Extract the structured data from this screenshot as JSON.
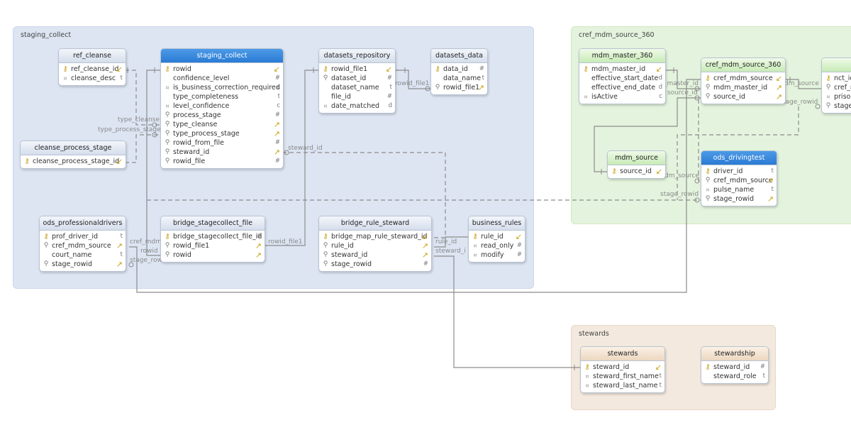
{
  "groups": {
    "staging": "staging_collect",
    "cref": "cref_mdm_source_360",
    "stewards": "stewards"
  },
  "tables": {
    "ref_cleanse": {
      "title": "ref_cleanse",
      "rows": [
        {
          "icon": "pk",
          "name": "ref_cleanse_id",
          "type": "↙"
        },
        {
          "icon": "col",
          "name": "cleanse_desc",
          "type": "t"
        }
      ]
    },
    "cleanse_process_stage": {
      "title": "cleanse_process_stage",
      "rows": [
        {
          "icon": "pk",
          "name": "cleanse_process_stage_id",
          "type": "↙"
        }
      ]
    },
    "staging_collect": {
      "title": "staging_collect",
      "rows": [
        {
          "icon": "pk",
          "name": "rowid",
          "type": "↙"
        },
        {
          "icon": "none",
          "name": "confidence_level",
          "type": "#"
        },
        {
          "icon": "col",
          "name": "is_business_correction_required",
          "type": "c"
        },
        {
          "icon": "none",
          "name": "type_completeness",
          "type": "t"
        },
        {
          "icon": "col",
          "name": "level_confidence",
          "type": "c"
        },
        {
          "icon": "fk",
          "name": "process_stage",
          "type": "#"
        },
        {
          "icon": "fk",
          "name": "type_cleanse",
          "type": "↗"
        },
        {
          "icon": "fk",
          "name": "type_process_stage",
          "type": "↗"
        },
        {
          "icon": "fk",
          "name": "rowid_from_file",
          "type": "#"
        },
        {
          "icon": "fk",
          "name": "steward_id",
          "type": "↗"
        },
        {
          "icon": "fk",
          "name": "rowid_file",
          "type": "#"
        }
      ]
    },
    "datasets_repository": {
      "title": "datasets_repository",
      "rows": [
        {
          "icon": "pk",
          "name": "rowid_file1",
          "type": "↙"
        },
        {
          "icon": "fk",
          "name": "dataset_id",
          "type": "#"
        },
        {
          "icon": "none",
          "name": "dataset_name",
          "type": "t"
        },
        {
          "icon": "none",
          "name": "file_id",
          "type": "#"
        },
        {
          "icon": "col",
          "name": "date_matched",
          "type": "d"
        }
      ]
    },
    "datasets_data": {
      "title": "datasets_data",
      "rows": [
        {
          "icon": "pk",
          "name": "data_id",
          "type": "#"
        },
        {
          "icon": "none",
          "name": "data_name",
          "type": "t"
        },
        {
          "icon": "fk",
          "name": "rowid_file1",
          "type": "↗"
        }
      ]
    },
    "ods_professionaldrivers": {
      "title": "ods_professionaldrivers",
      "rows": [
        {
          "icon": "pk",
          "name": "prof_driver_id",
          "type": "t"
        },
        {
          "icon": "fk",
          "name": "cref_mdm_source",
          "type": "↗"
        },
        {
          "icon": "none",
          "name": "court_name",
          "type": "t"
        },
        {
          "icon": "fk",
          "name": "stage_rowid",
          "type": "↗"
        }
      ]
    },
    "bridge_stagecollect_file": {
      "title": "bridge_stagecollect_file",
      "rows": [
        {
          "icon": "pk",
          "name": "bridge_stagecollect_file_id",
          "type": "#"
        },
        {
          "icon": "fk",
          "name": "rowid_file1",
          "type": "↗"
        },
        {
          "icon": "fk",
          "name": "rowid",
          "type": "↗"
        }
      ]
    },
    "bridge_rule_steward": {
      "title": "bridge_rule_steward",
      "rows": [
        {
          "icon": "pk",
          "name": "bridge_map_rule_steward_id",
          "type": "↙"
        },
        {
          "icon": "fk",
          "name": "rule_id",
          "type": "↗"
        },
        {
          "icon": "fk",
          "name": "steward_id",
          "type": "↗"
        },
        {
          "icon": "fk",
          "name": "stage_rowid",
          "type": "#"
        }
      ]
    },
    "business_rules": {
      "title": "business_rules",
      "rows": [
        {
          "icon": "pk",
          "name": "rule_id",
          "type": "↙"
        },
        {
          "icon": "col",
          "name": "read_only",
          "type": "#"
        },
        {
          "icon": "col",
          "name": "modify",
          "type": "#"
        }
      ]
    },
    "mdm_master_360": {
      "title": "mdm_master_360",
      "rows": [
        {
          "icon": "pk",
          "name": "mdm_master_id",
          "type": "↙"
        },
        {
          "icon": "none",
          "name": "effective_start_date",
          "type": "d"
        },
        {
          "icon": "none",
          "name": "effective_end_date",
          "type": "d"
        },
        {
          "icon": "col",
          "name": "isActive",
          "type": "c"
        }
      ]
    },
    "cref_mdm_source_360": {
      "title": "cref_mdm_source_360",
      "rows": [
        {
          "icon": "pk",
          "name": "cref_mdm_source",
          "type": "↙"
        },
        {
          "icon": "fk",
          "name": "mdm_master_id",
          "type": "↗"
        },
        {
          "icon": "fk",
          "name": "source_id",
          "type": "↗"
        }
      ]
    },
    "cut_table": {
      "title": "",
      "rows": [
        {
          "icon": "pk",
          "name": "nct_id",
          "type": ""
        },
        {
          "icon": "fk",
          "name": "cref_m",
          "type": ""
        },
        {
          "icon": "col",
          "name": "prison",
          "type": ""
        },
        {
          "icon": "fk",
          "name": "stage",
          "type": ""
        }
      ]
    },
    "mdm_source": {
      "title": "mdm_source",
      "rows": [
        {
          "icon": "pk",
          "name": "source_id",
          "type": "↙"
        }
      ]
    },
    "ods_drivingtest": {
      "title": "ods_drivingtest",
      "rows": [
        {
          "icon": "pk",
          "name": "driver_id",
          "type": "t"
        },
        {
          "icon": "fk",
          "name": "cref_mdm_source",
          "type": "↗"
        },
        {
          "icon": "col",
          "name": "pulse_name",
          "type": "t"
        },
        {
          "icon": "fk",
          "name": "stage_rowid",
          "type": "↗"
        }
      ]
    },
    "stewards": {
      "title": "stewards",
      "rows": [
        {
          "icon": "pk",
          "name": "steward_id",
          "type": "↙"
        },
        {
          "icon": "col",
          "name": "steward_first_name",
          "type": "t"
        },
        {
          "icon": "col",
          "name": "steward_last_name",
          "type": "t"
        }
      ]
    },
    "stewardship": {
      "title": "stewardship",
      "rows": [
        {
          "icon": "pk",
          "name": "steward_id",
          "type": "#"
        },
        {
          "icon": "none",
          "name": "steward_role",
          "type": "t"
        }
      ]
    }
  },
  "relation_labels": {
    "type_cleanse": "type_cleanse",
    "type_process_stage": "type_process_stage",
    "steward_id_1": "steward_id",
    "rowid_file1_1": "rowid_file1",
    "cref_mdm": "cref_mdm",
    "rowid": "rowid",
    "stage_rowid_1": "stage_rowi",
    "rowid_file1_2": "rowid_file1",
    "rule_id": "rule_id",
    "steward_id_2": "steward_i",
    "master_id": "_master_id",
    "source_id": "source_id",
    "dm_source_1": "dm_source",
    "stage_rowid_2": "tage_rowid",
    "dm_source_2": "dm_source",
    "stage_rowid_3": "stage_rowid"
  },
  "icons": {
    "pk": "key-icon",
    "fk": "magnifier-icon",
    "col": "column-dot-icon",
    "arrow_in": "relation-in-arrow-icon",
    "arrow_out": "relation-out-arrow-icon"
  }
}
